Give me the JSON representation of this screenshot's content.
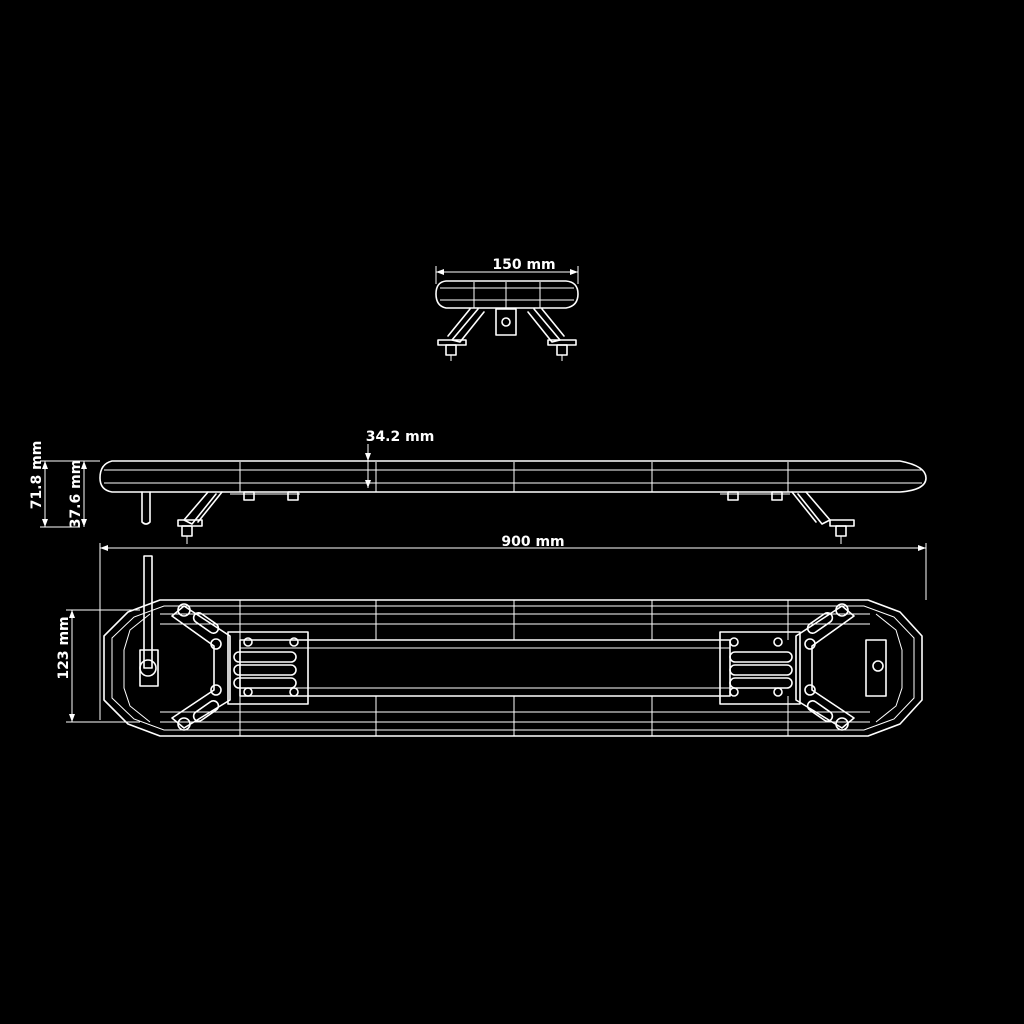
{
  "dimensions": {
    "end_view_width": "150 mm",
    "lens_height": "34.2 mm",
    "total_height": "71.8 mm",
    "body_height": "37.6 mm",
    "length": "900 mm",
    "depth": "123 mm"
  },
  "colors": {
    "background": "#000000",
    "line": "#ffffff"
  }
}
